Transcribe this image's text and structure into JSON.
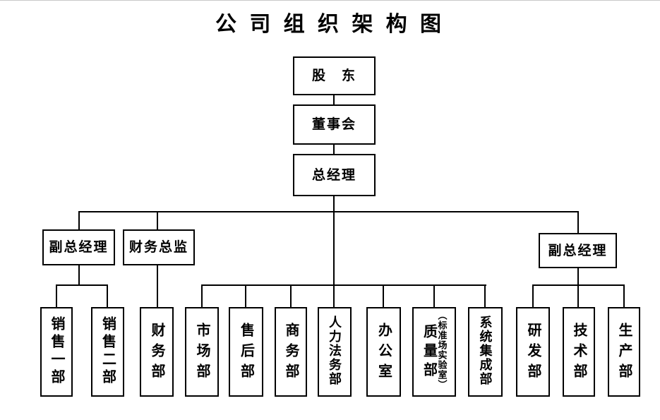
{
  "title": "公 司 组 织 架 构 图",
  "colors": {
    "line": "#000000",
    "background": "#ffffff",
    "text": "#000000"
  },
  "nodes": {
    "shareholders": "股　东",
    "board": "董事会",
    "gm": "总经理",
    "deputy_gm_left": "副总经理",
    "cfo": "财务总监",
    "deputy_gm_right": "副总经理",
    "sales1": "销售一部",
    "sales2": "销售二部",
    "finance": "财务部",
    "marketing": "市场部",
    "aftersales": "售后部",
    "commerce": "商务部",
    "hr_legal": "人力法务部",
    "office": "办公室",
    "quality": "质量部",
    "quality_note": "（标准场实验室）",
    "system_integration": "系统集成部",
    "rnd": "研发部",
    "technology": "技术部",
    "production": "生产部"
  },
  "hierarchy": {
    "label": "股东",
    "children": [
      {
        "label": "董事会",
        "children": [
          {
            "label": "总经理",
            "children": [
              {
                "label": "副总经理",
                "children": [
                  {
                    "label": "销售一部"
                  },
                  {
                    "label": "销售二部"
                  }
                ]
              },
              {
                "label": "财务总监",
                "children": [
                  {
                    "label": "财务部"
                  }
                ]
              },
              {
                "label": "市场部"
              },
              {
                "label": "售后部"
              },
              {
                "label": "商务部"
              },
              {
                "label": "人力法务部"
              },
              {
                "label": "办公室"
              },
              {
                "label": "质量部（标准场实验室）"
              },
              {
                "label": "系统集成部"
              },
              {
                "label": "副总经理",
                "children": [
                  {
                    "label": "研发部"
                  },
                  {
                    "label": "技术部"
                  },
                  {
                    "label": "生产部"
                  }
                ]
              }
            ]
          }
        ]
      }
    ]
  }
}
